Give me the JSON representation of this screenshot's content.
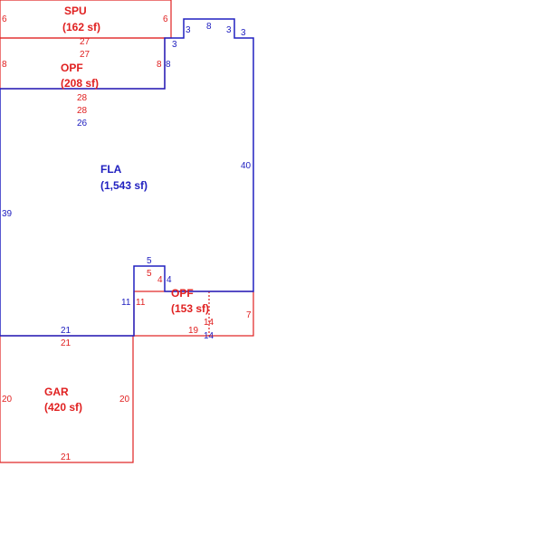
{
  "colors": {
    "fla": "#2020c0",
    "aux": "#e02020"
  },
  "areas": {
    "spu": {
      "name": "SPU",
      "size": "(162 sf)"
    },
    "opf_top": {
      "name": "OPF",
      "size": "(208 sf)"
    },
    "fla": {
      "name": "FLA",
      "size": "(1,543 sf)"
    },
    "opf_mid": {
      "name": "OPF",
      "size": "(153 sf)"
    },
    "gar": {
      "name": "GAR",
      "size": "(420 sf)"
    }
  },
  "dims": {
    "spu_left": "6",
    "spu_right": "6",
    "spu_bottom_a": "27",
    "spu_bottom_b": "27",
    "opf_left": "8",
    "opf_right": "8",
    "opf_right_blue": "8",
    "opf_bottom_a": "28",
    "opf_bottom_b": "28",
    "fla_top_left": "26",
    "step_left": "3",
    "step_left_b": "3",
    "bay_top": "8",
    "step_right": "3",
    "step_right_b": "3",
    "fla_right": "40",
    "fla_left": "39",
    "notch_top": "5",
    "notch_top_red": "5",
    "notch_right_red": "4",
    "notch_right_blue": "4",
    "notch_left_blue": "11",
    "notch_left_red": "11",
    "opf2_right": "7",
    "opf2_inner": "14",
    "opf2_bottom": "19",
    "opf2_bottom_b": "14",
    "fla_bottom": "21",
    "gar_top": "21",
    "gar_left": "20",
    "gar_right": "20",
    "gar_bottom": "21"
  }
}
